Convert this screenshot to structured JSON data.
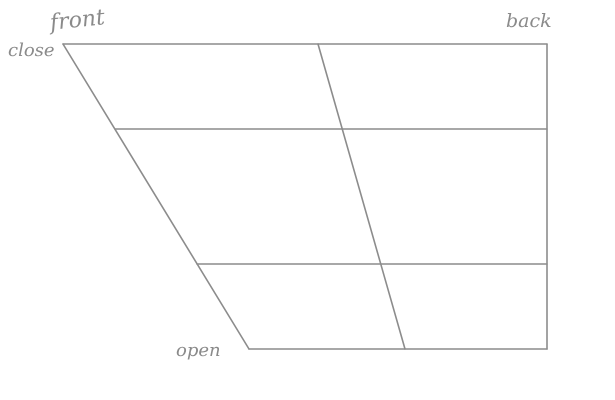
{
  "diagram": {
    "corner_labels": {
      "front": "front",
      "back": "back",
      "close": "close",
      "open": "open"
    },
    "line_color": "#8c8c8c",
    "label_color": "#8a8a8a",
    "vertical_divisions": 2,
    "horizontal_divisions": 3
  }
}
